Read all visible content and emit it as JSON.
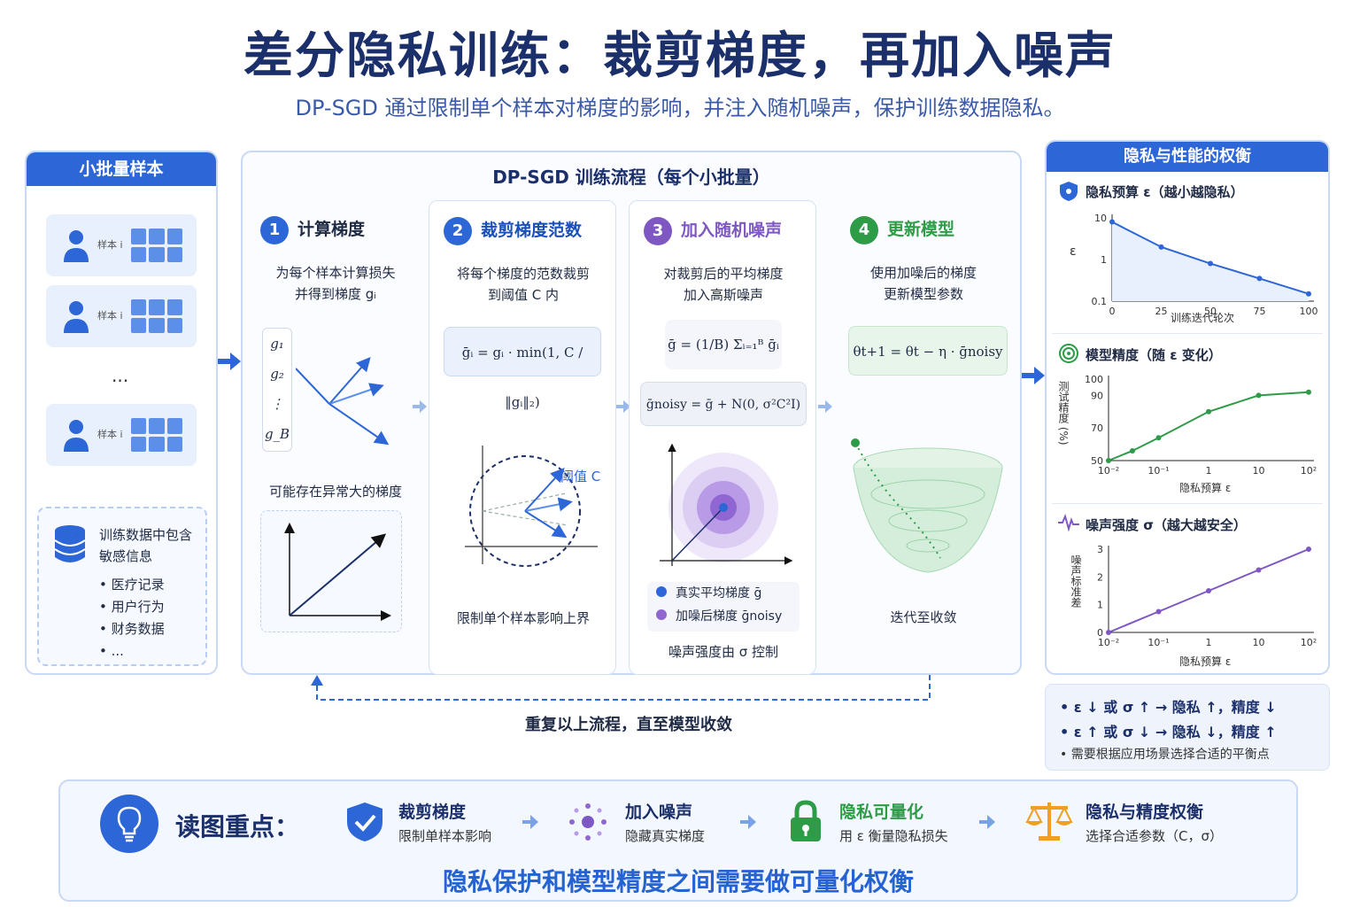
{
  "header": {
    "title": "差分隐私训练：裁剪梯度，再加入噪声",
    "subtitle": "DP-SGD 通过限制单个样本对梯度的影响，并注入随机噪声，保护训练数据隐私。"
  },
  "minibatch": {
    "title": "小批量样本",
    "sample_tag": "样本 i",
    "ellipsis": "...",
    "sensitive_text": [
      "训练数据中包含",
      "敏感信息"
    ],
    "items": [
      "医疗记录",
      "用户行为",
      "财务数据",
      "..."
    ]
  },
  "flow": {
    "title": "DP-SGD 训练流程（每个小批量）",
    "steps": [
      {
        "num": "1",
        "title": "计算梯度",
        "desc": [
          "为每个样本计算损失",
          "并得到梯度 gᵢ"
        ],
        "g_labels": [
          "g₁",
          "g₂",
          "⋮",
          "g_B"
        ],
        "note": "可能存在异常大的梯度"
      },
      {
        "num": "2",
        "title": "裁剪梯度范数",
        "desc": [
          "将每个梯度的范数裁剪",
          "到阈值 C 内"
        ],
        "formula": "ḡᵢ = gᵢ · min(1, C / ‖gᵢ‖₂)",
        "threshold_label": "阈值 C",
        "caption": "限制单个样本影响上界"
      },
      {
        "num": "3",
        "title": "加入随机噪声",
        "desc": [
          "对裁剪后的平均梯度",
          "加入高斯噪声"
        ],
        "formula1": "ḡ = (1/B) Σᵢ₌₁ᴮ ḡᵢ",
        "formula2": "ḡnoisy = ḡ + N(0, σ²C²I)",
        "legend": [
          "真实平均梯度 ḡ",
          "加噪后梯度 ḡnoisy"
        ],
        "caption": "噪声强度由 σ 控制"
      },
      {
        "num": "4",
        "title": "更新模型",
        "desc": [
          "使用加噪后的梯度",
          "更新模型参数"
        ],
        "formula": "θt+1 = θt − η · ḡnoisy",
        "caption": "迭代至收敛"
      }
    ],
    "loop_text": "重复以上流程，直至模型收敛"
  },
  "tradeoff": {
    "title": "隐私与性能的权衡",
    "charts": [
      {
        "title": "隐私预算 ε（越小越隐私）",
        "ylabel": "ε",
        "xlabel": "训练迭代轮次",
        "yticks": [
          "10",
          "1",
          "0.1"
        ],
        "xticks": [
          "0",
          "25",
          "50",
          "75",
          "100"
        ]
      },
      {
        "title": "模型精度（随 ε 变化）",
        "ylabel": "测试精度 (%)",
        "xlabel": "隐私预算 ε",
        "yticks": [
          "100",
          "90",
          "70",
          "50"
        ],
        "xticks": [
          "10⁻²",
          "10⁻¹",
          "1",
          "10",
          "10²"
        ]
      },
      {
        "title": "噪声强度 σ（越大越安全）",
        "ylabel": "噪声标准差",
        "xlabel": "隐私预算 ε",
        "yticks": [
          "3",
          "2",
          "1",
          "0"
        ],
        "xticks": [
          "10⁻²",
          "10⁻¹",
          "1",
          "10",
          "10²"
        ]
      }
    ],
    "notes": [
      "• ε ↓ 或 σ ↑ → 隐私 ↑，精度 ↓",
      "• ε ↑ 或 σ ↓ → 隐私 ↓，精度 ↑",
      "• 需要根据应用场景选择合适的平衡点"
    ]
  },
  "keypoints": {
    "title": "读图重点：",
    "items": [
      {
        "title": "裁剪梯度",
        "sub": "限制单样本影响"
      },
      {
        "title": "加入噪声",
        "sub": "隐藏真实梯度"
      },
      {
        "title": "隐私可量化",
        "sub": "用 ε 衡量隐私损失"
      },
      {
        "title": "隐私与精度权衡",
        "sub": "选择合适参数（C，σ）"
      }
    ],
    "message": "隐私保护和模型精度之间需要做可量化权衡"
  },
  "colors": {
    "blue": "#2d66d6",
    "purple": "#7e57c2",
    "green": "#2e9b47",
    "navy": "#1b2f6b"
  },
  "chart_data": [
    {
      "type": "line",
      "title": "隐私预算 ε（越小越隐私）",
      "xlabel": "训练迭代轮次",
      "ylabel": "ε",
      "x": [
        0,
        25,
        50,
        75,
        100
      ],
      "y": [
        8,
        2,
        0.8,
        0.35,
        0.15
      ],
      "xlim": [
        0,
        100
      ],
      "ylim": [
        0.1,
        10
      ],
      "yscale": "log"
    },
    {
      "type": "line",
      "title": "模型精度（随 ε 变化）",
      "xlabel": "隐私预算 ε",
      "ylabel": "测试精度 (%)",
      "x": [
        0.01,
        0.03,
        0.1,
        1,
        10,
        100
      ],
      "y": [
        50,
        56,
        64,
        80,
        90,
        92
      ],
      "xlim": [
        0.01,
        100
      ],
      "ylim": [
        50,
        100
      ],
      "xscale": "log"
    },
    {
      "type": "line",
      "title": "噪声强度 σ（越大越安全）",
      "xlabel": "隐私预算 ε",
      "ylabel": "噪声标准差",
      "x": [
        0.01,
        0.1,
        1,
        10,
        100
      ],
      "y": [
        0,
        0.75,
        1.5,
        2.25,
        3
      ],
      "xlim": [
        0.01,
        100
      ],
      "ylim": [
        0,
        3
      ],
      "xscale": "log"
    }
  ]
}
